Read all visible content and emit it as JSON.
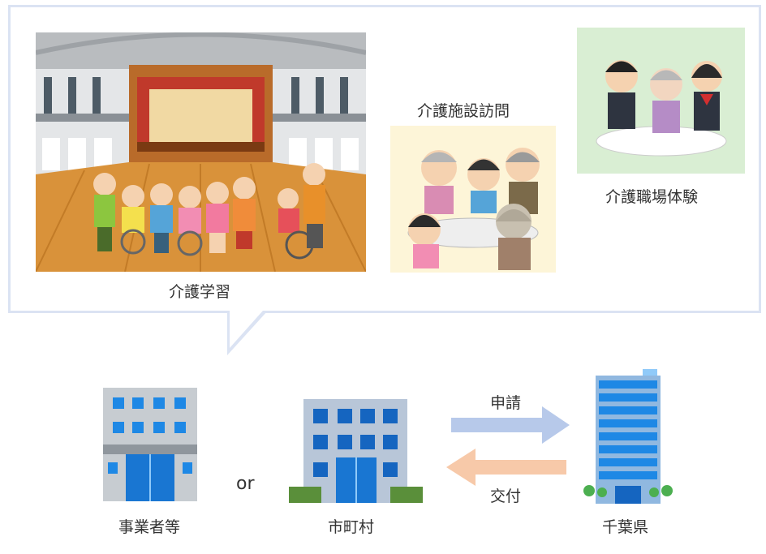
{
  "top": {
    "study_label": "介護学習",
    "visit_label": "介護施設訪問",
    "experience_label": "介護職場体験"
  },
  "bottom": {
    "business_label": "事業者等",
    "or_label": "or",
    "municipality_label": "市町村",
    "prefecture_label": "千葉県",
    "apply_label": "申請",
    "grant_label": "交付"
  },
  "colors": {
    "panel_border": "#dbe3f3",
    "apply_arrow": "#b7c9ea",
    "grant_arrow": "#f7c9a9",
    "visit_bg": "#fdf5d8",
    "experience_bg": "#d9eed3"
  }
}
